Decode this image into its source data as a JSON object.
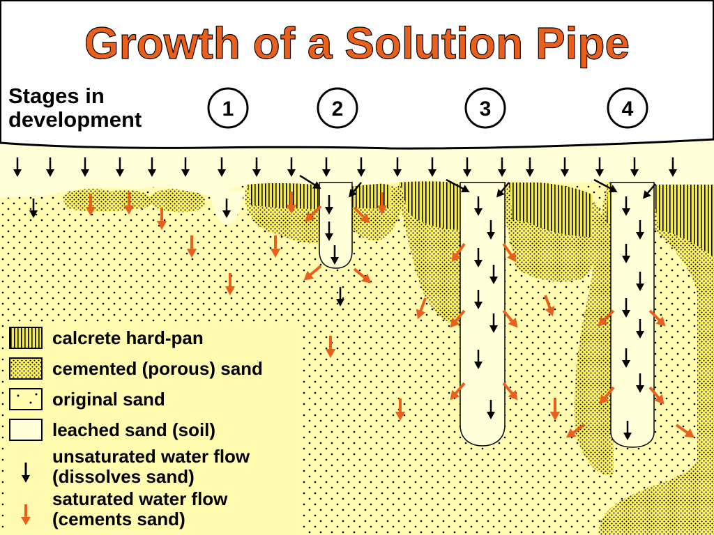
{
  "title": "Growth of a Solution Pipe",
  "stages_label": [
    "Stages in",
    "development"
  ],
  "stages": [
    "1",
    "2",
    "3",
    "4"
  ],
  "legend": [
    {
      "label": "calcrete hard-pan",
      "swatch": "calcrete"
    },
    {
      "label": "cemented (porous) sand",
      "swatch": "cemented"
    },
    {
      "label": "original sand",
      "swatch": "original"
    },
    {
      "label": "leached sand (soil)",
      "swatch": "leached"
    },
    {
      "label": [
        "unsaturated water flow",
        "(dissolves sand)"
      ],
      "swatch": "black-arrow"
    },
    {
      "label": [
        "saturated water flow",
        "(cements sand)"
      ],
      "swatch": "orange-arrow"
    }
  ],
  "colors": {
    "title": "#E8601C",
    "sand": "#FFFCB0",
    "leached": "#FFFFD8",
    "cemented": "#FFF46A",
    "calcrete": "#F5EC4A",
    "unsaturated_arrow": "#000000",
    "saturated_arrow": "#E8601C"
  }
}
